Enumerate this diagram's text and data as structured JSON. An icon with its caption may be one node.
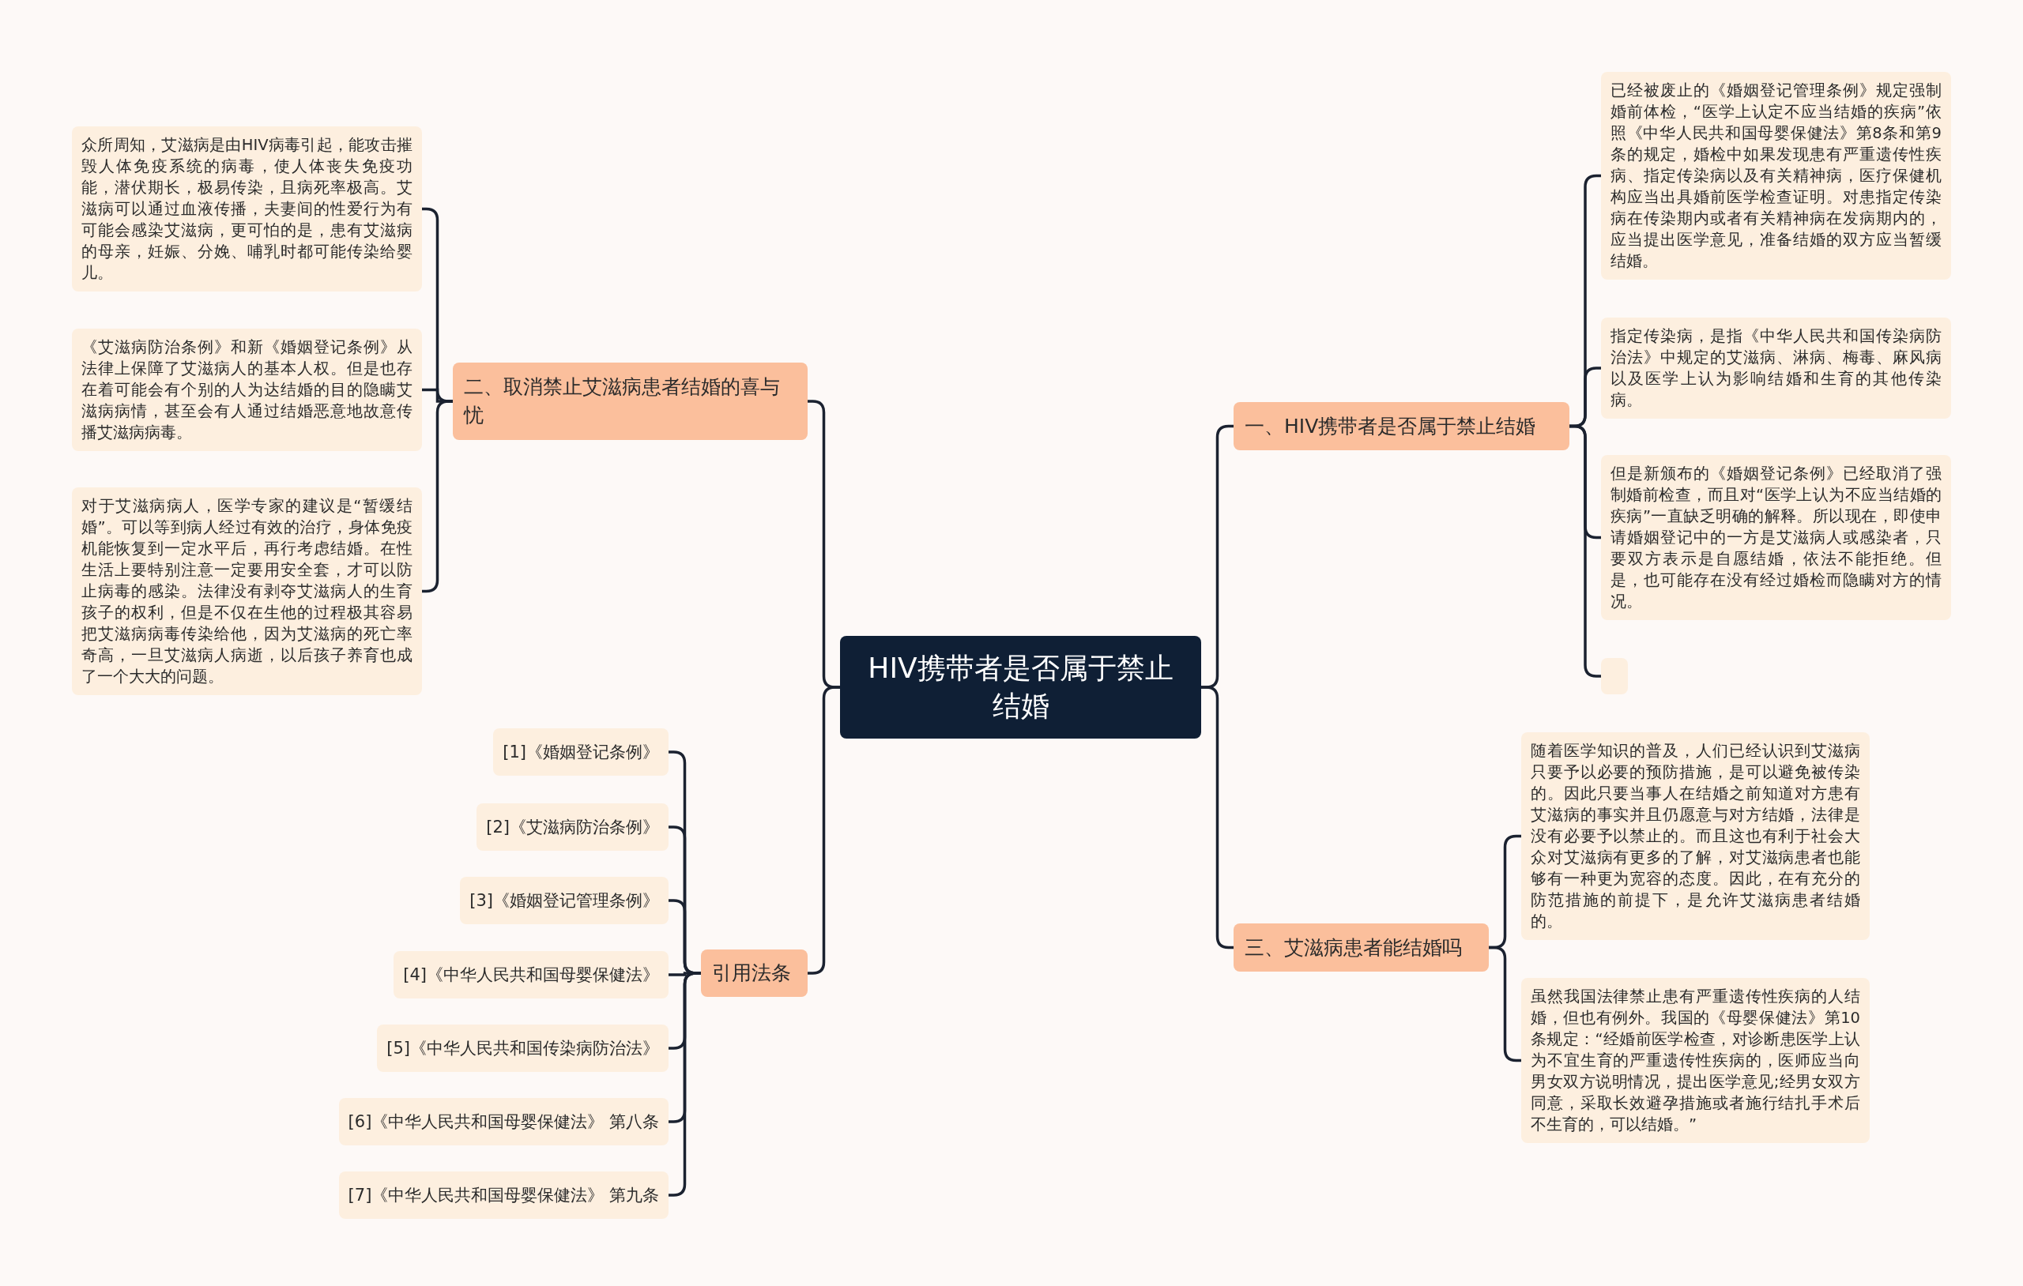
{
  "diagram": {
    "nodes": [
      {
        "text": [
          "HIV携带者是否属于禁止结婚"
        ]
      },
      {
        "text": [
          "一、HIV携带者是否属于禁止结婚"
        ]
      },
      {
        "text": [
          "已经被废止的《婚姻登记管理条例》规定强制婚前体检，“医学上认定不应当结婚的疾病”依照《中华人民共和国母婴保健法》第8条和第9条的规定，婚检中如果发现患有严重遗传性疾病、指定传染病以及有关精神病，医疗保健机构应当出具婚前医学检查证明。对患指定传染病在传染期内或者有关精神病在发病期内的，应当提出医学意见，准备结婚的双方应当暂缓结婚。"
        ]
      },
      {
        "text": [
          "指定传染病，是指《中华人民共和国传染病防治法》中规定的艾滋病、淋病、梅毒、麻风病以及医学上认为影响结婚和生育的其他传染病。"
        ]
      },
      {
        "text": [
          "但是新颁布的《婚姻登记条例》已经取消了强制婚前检查，而且对“医学上认为不应当结婚的疾病”一直缺乏明确的解释。所以现在，即使申请婚姻登记中的一方是艾滋病人或感染者，只要双方表示是自愿结婚，依法不能拒绝。但是，也可能存在没有经过婚检而隐瞒对方的情况。"
        ]
      },
      {
        "text": [],
        "shape": "box"
      },
      {
        "text": [
          "三、艾滋病患者能结婚吗"
        ]
      },
      {
        "text": [
          "随着医学知识的普及，人们已经认识到艾滋病只要予以必要的预防措施，是可以避免被传染的。因此只要当事人在结婚之前知道对方患有艾滋病的事实并且仍愿意与对方结婚，法律是没有必要予以禁止的。而且这也有利于社会大众对艾滋病有更多的了解，对艾滋病患者也能够有一种更为宽容的态度。因此，在有充分的防范措施的前提下，是允许艾滋病患者结婚的。"
        ]
      },
      {
        "text": [
          "虽然我国法律禁止患有严重遗传性疾病的人结婚，但也有例外。我国的《母婴保健法》第10条规定：“经婚前医学检查，对诊断患医学上认为不宜生育的严重遗传性疾病的，医师应当向男女双方说明情况，提出医学意见;经男女双方同意，采取长效避孕措施或者施行结扎手术后不生育的，可以结婚。”"
        ]
      },
      {
        "text": [
          "二、取消禁止艾滋病患者结婚的喜与忧"
        ]
      },
      {
        "text": [
          "众所周知，艾滋病是由HIV病毒引起，能攻击摧毁人体免疫系统的病毒，使人体丧失免疫功能，潜伏期长，极易传染，且病死率极高。艾滋病可以通过血液传播，夫妻间的性爱行为有可能会感染艾滋病，更可怕的是，患有艾滋病的母亲，妊娠、分娩、哺乳时都可能传染给婴儿。"
        ]
      },
      {
        "text": [
          "《艾滋病防治条例》和新《婚姻登记条例》从法律上保障了艾滋病人的基本人权。但是也存在着可能会有个别的人为达结婚的目的隐瞒艾滋病病情，甚至会有人通过结婚恶意地故意传播艾滋病病毒。"
        ]
      },
      {
        "text": [
          "对于艾滋病病人，医学专家的建议是“暂缓结婚”。可以等到病人经过有效的治疗，身体免疫机能恢复到一定水平后，再行考虑结婚。在性生活上要特别注意一定要用安全套，才可以防止病毒的感染。法律没有剥夺艾滋病人的生育孩子的权利，但是不仅在生他的过程极其容易把艾滋病病毒传染给他，因为艾滋病的死亡率奇高，一旦艾滋病人病逝，以后孩子养育也成了一个大大的问题。"
        ]
      },
      {
        "text": [
          "引用法条"
        ]
      },
      {
        "text": [
          "[1]《婚姻登记条例》"
        ]
      },
      {
        "text": [
          "[2]《艾滋病防治条例》"
        ]
      },
      {
        "text": [
          "[3]《婚姻登记管理条例》"
        ]
      },
      {
        "text": [
          "[4]《中华人民共和国母婴保健法》"
        ]
      },
      {
        "text": [
          "[5]《中华人民共和国传染病防治法》"
        ]
      },
      {
        "text": [
          "[6]《中华人民共和国母婴保健法》 第八条"
        ]
      },
      {
        "text": [
          "[7]《中华人民共和国母婴保健法》 第九条"
        ]
      }
    ],
    "edges": [
      {
        "from": 0,
        "to": 1,
        "arrow": "none"
      },
      {
        "from": 0,
        "to": 6,
        "arrow": "none"
      },
      {
        "from": 0,
        "to": 9,
        "arrow": "none"
      },
      {
        "from": 0,
        "to": 13,
        "arrow": "none"
      },
      {
        "from": 1,
        "to": 2,
        "arrow": "none"
      },
      {
        "from": 1,
        "to": 3,
        "arrow": "none"
      },
      {
        "from": 1,
        "to": 4,
        "arrow": "none"
      },
      {
        "from": 1,
        "to": 5,
        "arrow": "none"
      },
      {
        "from": 6,
        "to": 7,
        "arrow": "none"
      },
      {
        "from": 6,
        "to": 8,
        "arrow": "none"
      },
      {
        "from": 9,
        "to": 10,
        "arrow": "none"
      },
      {
        "from": 9,
        "to": 11,
        "arrow": "none"
      },
      {
        "from": 9,
        "to": 12,
        "arrow": "none"
      },
      {
        "from": 13,
        "to": 14,
        "arrow": "none"
      },
      {
        "from": 13,
        "to": 15,
        "arrow": "none"
      },
      {
        "from": 13,
        "to": 16,
        "arrow": "none"
      },
      {
        "from": 13,
        "to": 17,
        "arrow": "none"
      },
      {
        "from": 13,
        "to": 18,
        "arrow": "none"
      },
      {
        "from": 13,
        "to": 19,
        "arrow": "none"
      },
      {
        "from": 13,
        "to": 20,
        "arrow": "none"
      }
    ]
  }
}
